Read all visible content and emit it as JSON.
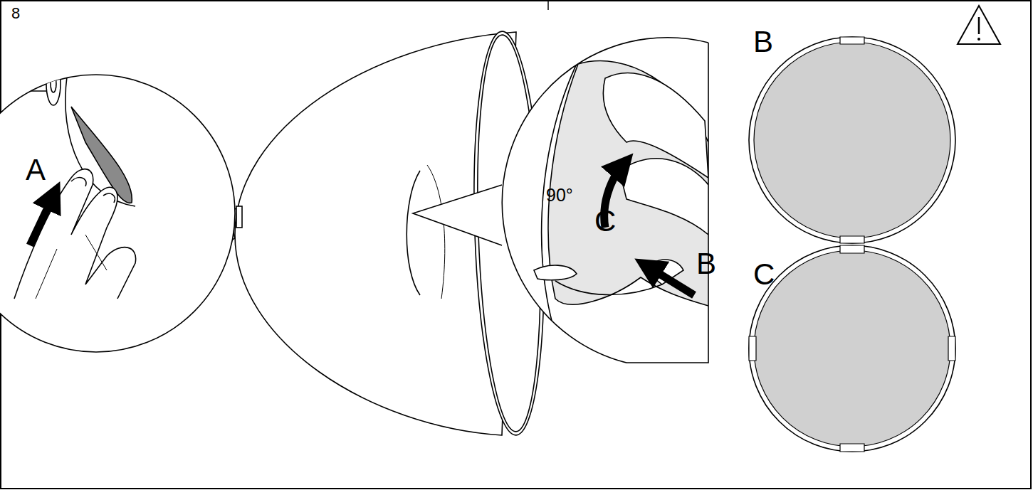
{
  "diagram": {
    "labels": [
      "8",
      "A",
      "90°",
      "C",
      "B",
      "B",
      "C"
    ]
  }
}
